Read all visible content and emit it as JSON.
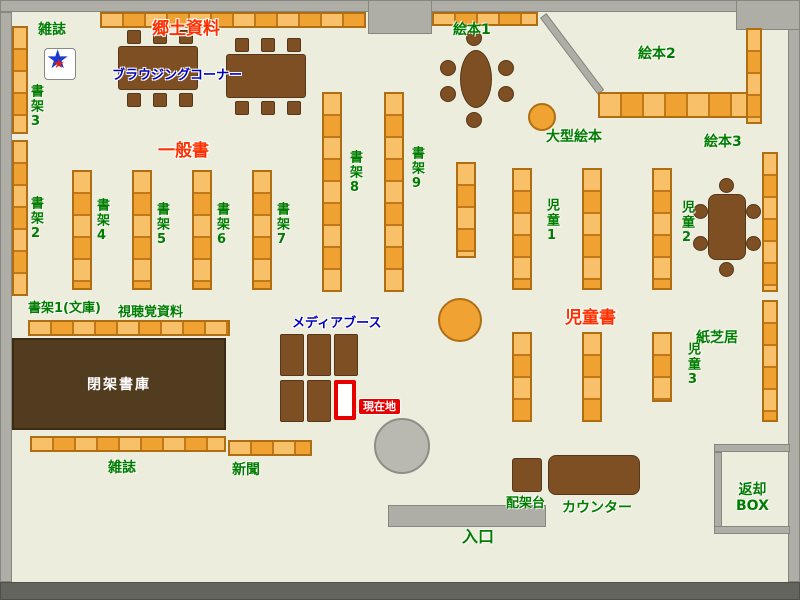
{
  "colors": {
    "background": "#EDEDDD",
    "wall_gray": "#AEAEA6",
    "wall_dark": "#64645E",
    "shelf_orange": "#F5AE44",
    "shelf_border": "#B06E12",
    "table_brown": "#7D4F23",
    "stacks_brown": "#523C20",
    "label_green": "#007D00",
    "label_red": "#FF3000",
    "label_blue": "#0000BB",
    "badge_red": "#E60000"
  },
  "areas": {
    "magazines_top": "雑誌",
    "local_materials": "郷土資料",
    "browsing_corner": "ブラウジングコーナー",
    "picture_books_1": "絵本1",
    "picture_books_2": "絵本2",
    "picture_books_3": "絵本3",
    "large_picture_books": "大型絵本",
    "general_books": "一般書",
    "shelf_1_bunko": "書架1(文庫)",
    "shelf_2": "書架2",
    "shelf_3": "書架3",
    "shelf_4": "書架4",
    "shelf_5": "書架5",
    "shelf_6": "書架6",
    "shelf_7": "書架7",
    "shelf_8": "書架8",
    "shelf_9": "書架9",
    "children_1": "児童1",
    "children_2": "児童2",
    "children_3": "児童3",
    "children_books": "児童書",
    "av_materials": "視聴覚資料",
    "media_booth": "メディアブース",
    "closed_stacks": "閉架書庫",
    "current_location": "現在地",
    "magazines_bottom": "雑誌",
    "newspapers": "新聞",
    "kamishibai": "紙芝居",
    "sorting_table": "配架台",
    "counter": "カウンター",
    "return_box_line1": "返却",
    "return_box_line2": "BOX",
    "entrance": "入口"
  },
  "icons": {
    "star": "★"
  }
}
